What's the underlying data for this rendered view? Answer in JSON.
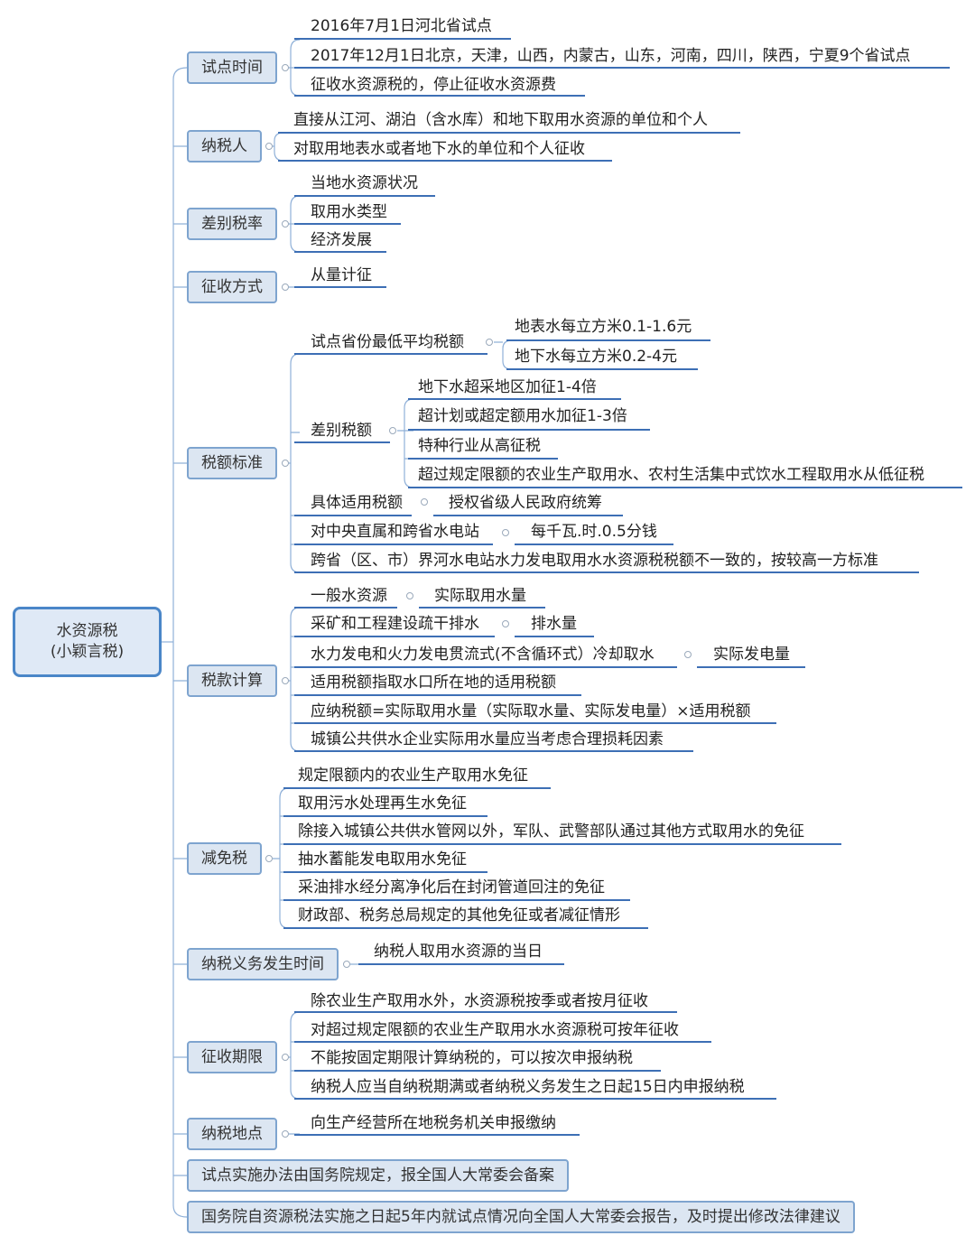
{
  "root": {
    "line1": "水资源税",
    "line2": "(小颖言税)"
  },
  "branches": {
    "pilot_time": {
      "label": "试点时间",
      "items": [
        "2016年7月1日河北省试点",
        "2017年12月1日北京，天津，山西，内蒙古，山东，河南，四川，陕西，宁夏9个省试点",
        "征收水资源税的，停止征收水资源费"
      ]
    },
    "taxpayer": {
      "label": "纳税人",
      "items": [
        "直接从江河、湖泊（含水库）和地下取用水资源的单位和个人",
        "对取用地表水或者地下水的单位和个人征收"
      ]
    },
    "diff_rate": {
      "label": "差别税率",
      "items": [
        "当地水资源状况",
        "取用水类型",
        "经济发展"
      ]
    },
    "method": {
      "label": "征收方式",
      "items": [
        "从量计征"
      ]
    },
    "standard": {
      "label": "税额标准",
      "pilot_min": {
        "label": "试点省份最低平均税额",
        "items": [
          "地表水每立方米0.1-1.6元",
          "地下水每立方米0.2-4元"
        ]
      },
      "diff": {
        "label": "差别税额",
        "items": [
          "地下水超采地区加征1-4倍",
          "超计划或超定额用水加征1-3倍",
          "特种行业从高征税",
          "超过规定限额的农业生产取用水、农村生活集中式饮水工程取用水从低征税"
        ]
      },
      "specific": {
        "label": "具体适用税额",
        "value": "授权省级人民政府统筹"
      },
      "central": {
        "label": "对中央直属和跨省水电站",
        "value": "每千瓦.时.0.5分钱"
      },
      "cross": {
        "label": "跨省（区、市）界河水电站水力发电取用水水资源税税额不一致的，按较高一方标准"
      }
    },
    "calc": {
      "label": "税款计算",
      "general": {
        "label": "一般水资源",
        "value": "实际取用水量"
      },
      "mining": {
        "label": "采矿和工程建设疏干排水",
        "value": "排水量"
      },
      "power": {
        "label": "水力发电和火力发电贯流式(不含循环式）冷却取水",
        "value": "实际发电量"
      },
      "items": [
        "适用税额指取水口所在地的适用税额",
        "应纳税额=实际取用水量（实际取水量、实际发电量）×适用税额",
        "城镇公共供水企业实际用水量应当考虑合理损耗因素"
      ]
    },
    "exempt": {
      "label": "减免税",
      "items": [
        "规定限额内的农业生产取用水免征",
        "取用污水处理再生水免征",
        "除接入城镇公共供水管网以外，军队、武警部队通过其他方式取用水的免征",
        "抽水蓄能发电取用水免征",
        "采油排水经分离净化后在封闭管道回注的免征",
        "财政部、税务总局规定的其他免征或者减征情形"
      ]
    },
    "obligation": {
      "label": "纳税义务发生时间",
      "items": [
        "纳税人取用水资源的当日"
      ]
    },
    "period": {
      "label": "征收期限",
      "items": [
        "除农业生产取用水外，水资源税按季或者按月征收",
        "对超过规定限额的农业生产取用水水资源税可按年征收",
        "不能按固定期限计算纳税的，可以按次申报纳税",
        "纳税人应当自纳税期满或者纳税义务发生之日起15日内申报纳税"
      ]
    },
    "place": {
      "label": "纳税地点",
      "items": [
        "向生产经营所在地税务机关申报缴纳"
      ]
    },
    "note1": {
      "label": "试点实施办法由国务院规定，报全国人大常委会备案"
    },
    "note2": {
      "label": "国务院自资源税法实施之日起5年内就试点情况向全国人大常委会报告，及时提出修改法律建议"
    }
  },
  "colors": {
    "branch_fill": "#dce6f2",
    "branch_border": "#7ea4cf",
    "root_border": "#4a86c8",
    "underline": "#3d6fb5",
    "connector": "#8fb0d8"
  }
}
